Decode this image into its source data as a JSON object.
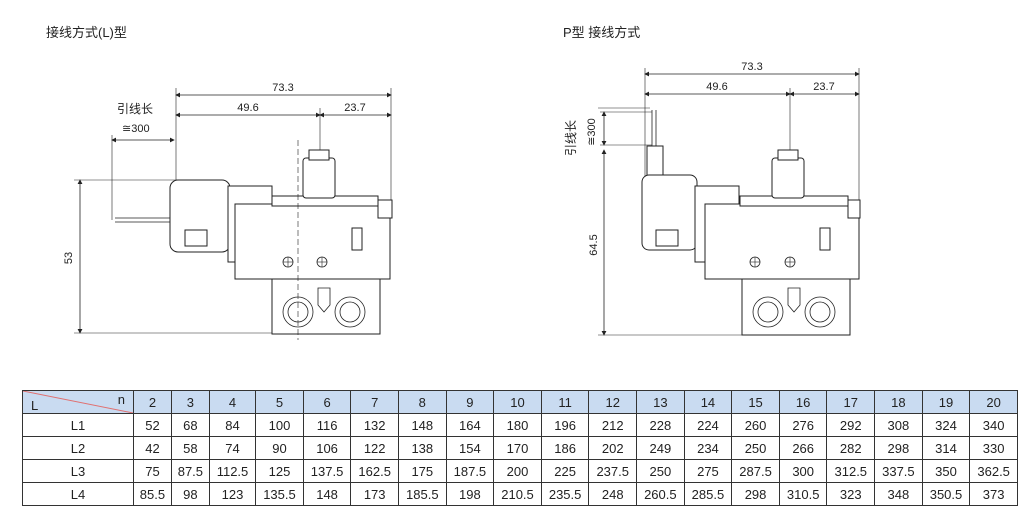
{
  "left_diagram": {
    "title": "接线方式(L)型",
    "dim_total": "73.3",
    "dim_left": "49.6",
    "dim_right": "23.7",
    "lead_label": "引线长",
    "lead_value": "≅300",
    "dim_height": "53"
  },
  "right_diagram": {
    "title": "P型  接线方式",
    "dim_total": "73.3",
    "dim_left": "49.6",
    "dim_right": "23.7",
    "lead_label": "引线长",
    "lead_value": "≅300",
    "dim_height": "64.5"
  },
  "table": {
    "corner_n": "n",
    "corner_L": "L",
    "columns": [
      "2",
      "3",
      "4",
      "5",
      "6",
      "7",
      "8",
      "9",
      "10",
      "11",
      "12",
      "13",
      "14",
      "15",
      "16",
      "17",
      "18",
      "19",
      "20"
    ],
    "rows": [
      {
        "label": "L1",
        "values": [
          "52",
          "68",
          "84",
          "100",
          "116",
          "132",
          "148",
          "164",
          "180",
          "196",
          "212",
          "228",
          "224",
          "260",
          "276",
          "292",
          "308",
          "324",
          "340"
        ]
      },
      {
        "label": "L2",
        "values": [
          "42",
          "58",
          "74",
          "90",
          "106",
          "122",
          "138",
          "154",
          "170",
          "186",
          "202",
          "249",
          "234",
          "250",
          "266",
          "282",
          "298",
          "314",
          "330"
        ]
      },
      {
        "label": "L3",
        "values": [
          "75",
          "87.5",
          "112.5",
          "125",
          "137.5",
          "162.5",
          "175",
          "187.5",
          "200",
          "225",
          "237.5",
          "250",
          "275",
          "287.5",
          "300",
          "312.5",
          "337.5",
          "350",
          "362.5"
        ]
      },
      {
        "label": "L4",
        "values": [
          "85.5",
          "98",
          "123",
          "135.5",
          "148",
          "173",
          "185.5",
          "198",
          "210.5",
          "235.5",
          "248",
          "260.5",
          "285.5",
          "298",
          "310.5",
          "323",
          "348",
          "350.5",
          "373"
        ]
      }
    ]
  }
}
